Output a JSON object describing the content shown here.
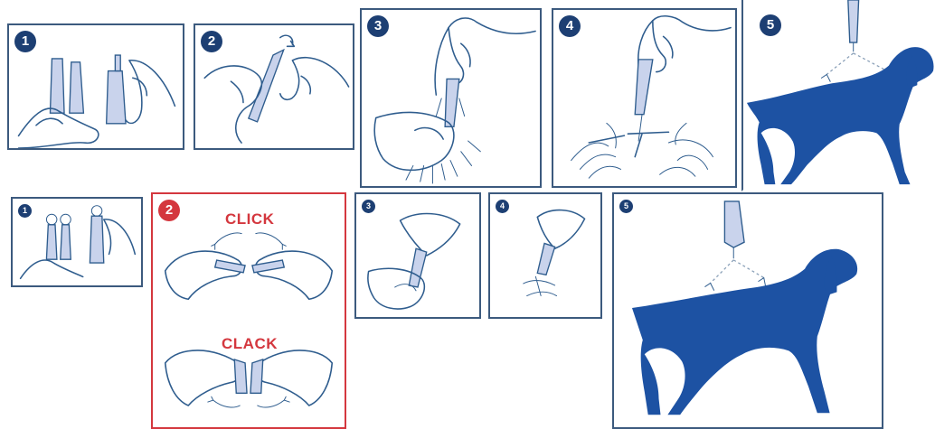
{
  "colors": {
    "frame": "#3c5a7e",
    "highlight": "#d4373e",
    "badge": "#1d3f73",
    "dog": "#1d52a3",
    "tube": "#c9d3ec",
    "line": "#2f5d8e"
  },
  "top_row": [
    {
      "number": "1"
    },
    {
      "number": "2"
    },
    {
      "number": "3"
    },
    {
      "number": "4"
    },
    {
      "number": "5"
    }
  ],
  "bottom_row": [
    {
      "number": "1"
    },
    {
      "number": "2",
      "labels": [
        "CLICK",
        "CLACK"
      ]
    },
    {
      "number": "3"
    },
    {
      "number": "4"
    },
    {
      "number": "5"
    }
  ]
}
